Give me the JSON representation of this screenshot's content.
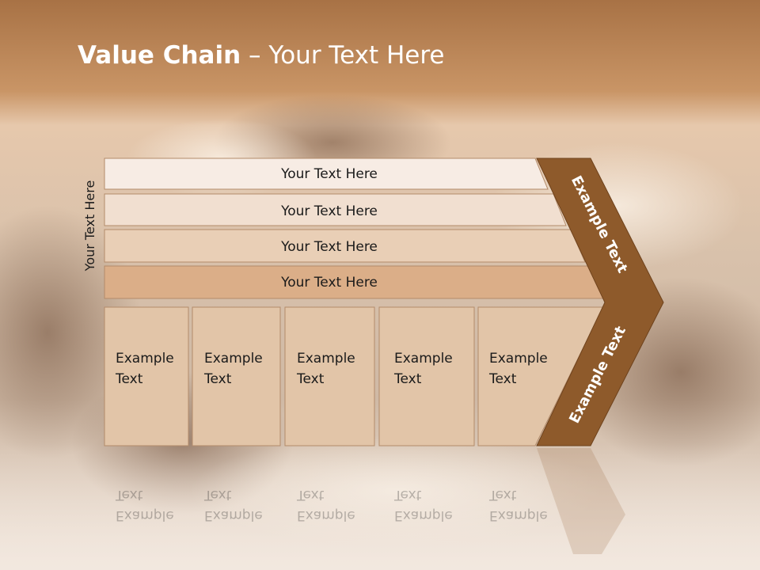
{
  "title": {
    "bold": "Value Chain",
    "rest": " – Your Text Here"
  },
  "side_label": "Your Text Here",
  "rows": [
    {
      "label": "Your Text Here"
    },
    {
      "label": "Your Text Here"
    },
    {
      "label": "Your Text Here"
    },
    {
      "label": "Your Text Here"
    }
  ],
  "boxes": [
    {
      "line1": "Example",
      "line2": "Text"
    },
    {
      "line1": "Example",
      "line2": "Text"
    },
    {
      "line1": "Example",
      "line2": "Text"
    },
    {
      "line1": "Example",
      "line2": "Text"
    },
    {
      "line1": "Example",
      "line2": "Text"
    }
  ],
  "arrow": {
    "upper_label": "Example Text",
    "lower_label": "Example Text"
  },
  "colors": {
    "arrow": "#8e5a2b",
    "row1": "#f7ece4",
    "row2": "#f1dfd0",
    "row3": "#e9cfb6",
    "row4": "#dbae88",
    "box": "#e2c5a8"
  }
}
